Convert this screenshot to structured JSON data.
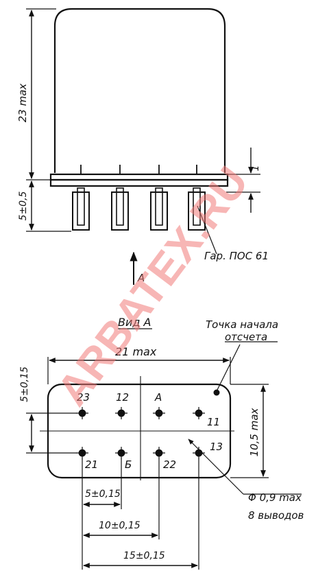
{
  "labels": {
    "height_23max": "23 max",
    "pin_5": "5±0,5",
    "flange_1": "1",
    "solder": "Гар. ПОС 61",
    "arrow_a": "А",
    "view_a": "Вид А",
    "origin_line1": "Точка начала",
    "origin_line2": "отсчета",
    "width_21max": "21 max",
    "dim_5_15": "5±0,15",
    "height_10_5max": "10,5 max",
    "dim_5_15_bottom": "5±0,15",
    "dim_10_15": "10±0,15",
    "dim_15_15": "15±0,15",
    "hole_diam": "Φ 0,9 max",
    "pins_count": "8 выводов"
  },
  "pins": {
    "p23": "23",
    "p12": "12",
    "pA": "А",
    "p11": "11",
    "p21": "21",
    "p6": "Б",
    "p22": "22",
    "p13": "13"
  },
  "watermark": "ARBATEX.RU",
  "colors": {
    "line": "#111111",
    "watermark": "#f07a78"
  }
}
